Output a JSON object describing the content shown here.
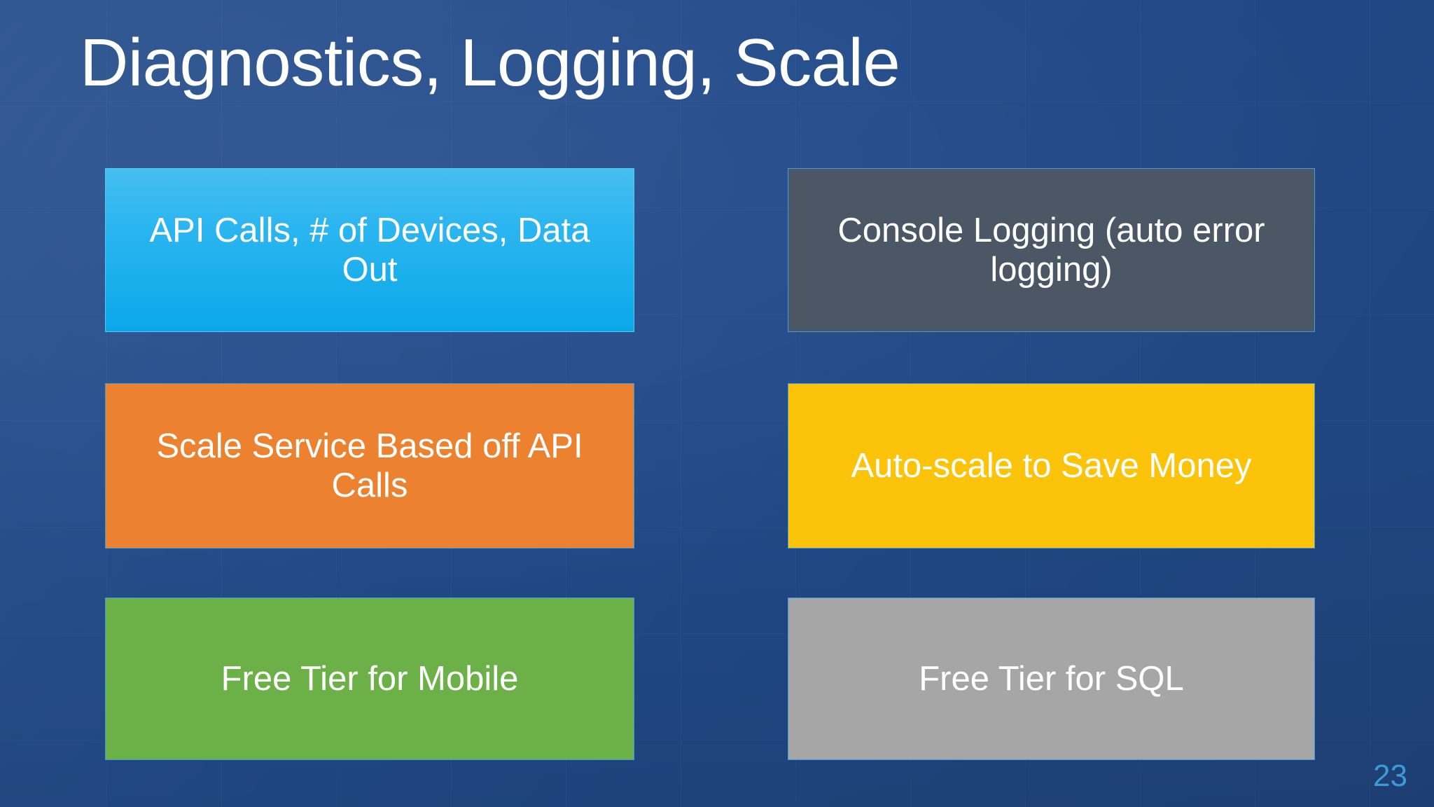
{
  "slide": {
    "title": "Diagnostics, Logging, Scale",
    "page_number": "23",
    "background_color": "#1b4586",
    "title_color": "#ffffff",
    "page_number_color": "#3d9ad6"
  },
  "cards": [
    {
      "id": "api-calls-devices-data-out",
      "text": "API Calls, # of Devices, Data Out",
      "color": "#0aa8e8",
      "text_color": "#ffffff",
      "column": "left",
      "row": 1
    },
    {
      "id": "console-logging",
      "text": "Console Logging (auto error logging)",
      "color": "#4c5765",
      "text_color": "#ffffff",
      "column": "right",
      "row": 1
    },
    {
      "id": "scale-service-api-calls",
      "text": "Scale Service Based off API Calls",
      "color": "#ec8130",
      "text_color": "#ffffff",
      "column": "left",
      "row": 2
    },
    {
      "id": "auto-scale-save-money",
      "text": "Auto-scale to Save Money",
      "color": "#fcc30b",
      "text_color": "#ffffff",
      "column": "right",
      "row": 2
    },
    {
      "id": "free-tier-mobile",
      "text": "Free Tier for Mobile",
      "color": "#6cb148",
      "text_color": "#ffffff",
      "column": "left",
      "row": 3
    },
    {
      "id": "free-tier-sql",
      "text": "Free Tier for SQL",
      "color": "#a6a6a6",
      "text_color": "#ffffff",
      "column": "right",
      "row": 3
    }
  ]
}
